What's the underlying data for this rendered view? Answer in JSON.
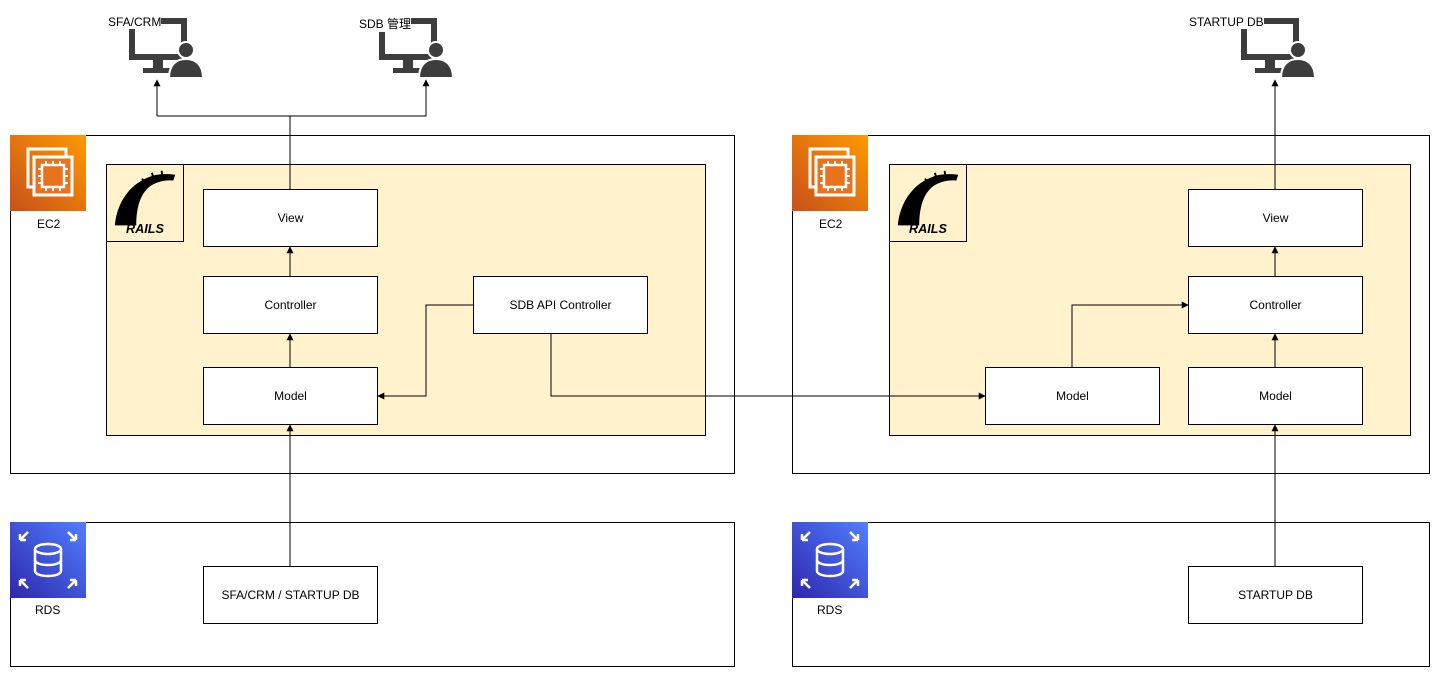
{
  "users": {
    "sfa_crm": "SFA/CRM",
    "sdb_admin": "SDB 管理",
    "startup_db": "STARTUP DB"
  },
  "left": {
    "ec2_label": "EC2",
    "rds_label": "RDS",
    "view": "View",
    "controller": "Controller",
    "model": "Model",
    "sdb_api_controller": "SDB API Controller",
    "database": "SFA/CRM / STARTUP DB"
  },
  "right": {
    "ec2_label": "EC2",
    "rds_label": "RDS",
    "view": "View",
    "controller": "Controller",
    "model_external": "Model",
    "model": "Model",
    "database": "STARTUP DB"
  },
  "logos": {
    "rails": "RAILS"
  },
  "colors": {
    "ec2": "#e8731c",
    "rds": "#3b48cc",
    "rails_area": "#fff2cc",
    "icon_gray": "#3d3d3d"
  }
}
